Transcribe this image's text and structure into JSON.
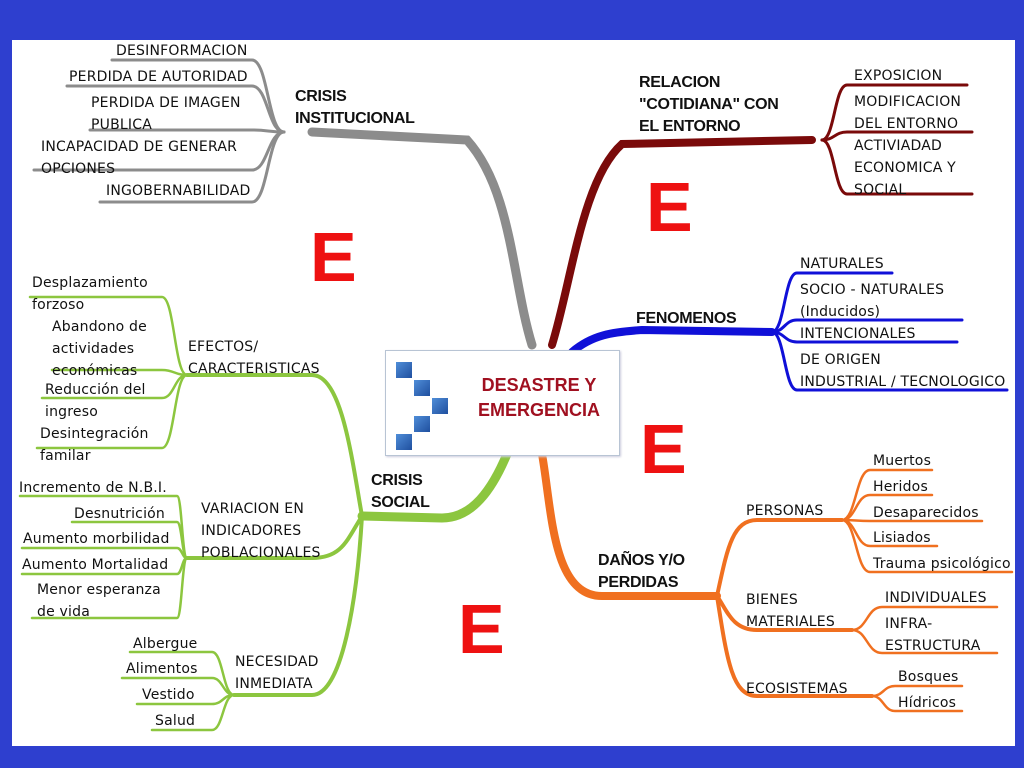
{
  "center": {
    "title_line1": "DESASTRE Y",
    "title_line2": "EMERGENCIA"
  },
  "big_letters": [
    "E",
    "E",
    "E",
    "E"
  ],
  "colors": {
    "background": "#2e3fcf",
    "crisis_institucional": "#8c8c8c",
    "relacion_cotidiana": "#7a0a0a",
    "fenomenos": "#1010d8",
    "crisis_social": "#8cc63f",
    "danos_perdidas": "#f07020",
    "accent_letter": "#ee1111"
  },
  "branches": {
    "crisis_institucional": {
      "label_lines": [
        "CRISIS",
        "INSTITUCIONAL"
      ],
      "items": [
        [
          "DESINFORMACION"
        ],
        [
          "PERDIDA DE AUTORIDAD"
        ],
        [
          "PERDIDA DE IMAGEN",
          "PUBLICA"
        ],
        [
          "INCAPACIDAD DE GENERAR",
          "OPCIONES"
        ],
        [
          "INGOBERNABILIDAD"
        ]
      ]
    },
    "relacion_cotidiana": {
      "label_lines": [
        "RELACION",
        "\"COTIDIANA\" CON",
        "EL ENTORNO"
      ],
      "items": [
        [
          "EXPOSICION"
        ],
        [
          "MODIFICACION",
          "DEL ENTORNO"
        ],
        [
          "ACTIVIADAD",
          "ECONOMICA Y",
          "SOCIAL"
        ]
      ]
    },
    "fenomenos": {
      "label": "FENOMENOS",
      "items": [
        [
          "NATURALES"
        ],
        [
          "SOCIO - NATURALES",
          "(Inducidos)"
        ],
        [
          "INTENCIONALES"
        ],
        [
          "DE ORIGEN",
          "INDUSTRIAL / TECNOLOGICO"
        ]
      ]
    },
    "crisis_social": {
      "label_lines": [
        "CRISIS",
        "SOCIAL"
      ],
      "groups": [
        {
          "label_lines": [
            "EFECTOS/",
            "CARACTERISTICAS"
          ],
          "items": [
            [
              "Desplazamiento",
              "forzoso"
            ],
            [
              "Abandono de",
              "actividades",
              "económicas"
            ],
            [
              "Reducción del",
              "ingreso"
            ],
            [
              "Desintegración",
              "familar"
            ]
          ]
        },
        {
          "label_lines": [
            "VARIACION EN",
            "INDICADORES",
            "POBLACIONALES"
          ],
          "items": [
            [
              "Incremento de N.B.I."
            ],
            [
              "Desnutrición"
            ],
            [
              "Aumento morbilidad"
            ],
            [
              "Aumento Mortalidad"
            ],
            [
              "Menor esperanza",
              "de vida"
            ]
          ]
        },
        {
          "label_lines": [
            "NECESIDAD",
            "INMEDIATA"
          ],
          "items": [
            [
              "Albergue"
            ],
            [
              "Alimentos"
            ],
            [
              "Vestido"
            ],
            [
              "Salud"
            ]
          ]
        }
      ]
    },
    "danos_perdidas": {
      "label_lines": [
        "DAÑOS Y/O",
        "PERDIDAS"
      ],
      "groups": [
        {
          "label_lines": [
            "PERSONAS"
          ],
          "items": [
            [
              "Muertos"
            ],
            [
              "Heridos"
            ],
            [
              "Desaparecidos"
            ],
            [
              "Lisiados"
            ],
            [
              "Trauma psicológico"
            ]
          ]
        },
        {
          "label_lines": [
            "BIENES",
            "MATERIALES"
          ],
          "items": [
            [
              "INDIVIDUALES"
            ],
            [
              "INFRA-",
              "ESTRUCTURA"
            ]
          ]
        },
        {
          "label_lines": [
            "ECOSISTEMAS"
          ],
          "items": [
            [
              "Bosques"
            ],
            [
              "Hídricos"
            ]
          ]
        }
      ]
    }
  }
}
